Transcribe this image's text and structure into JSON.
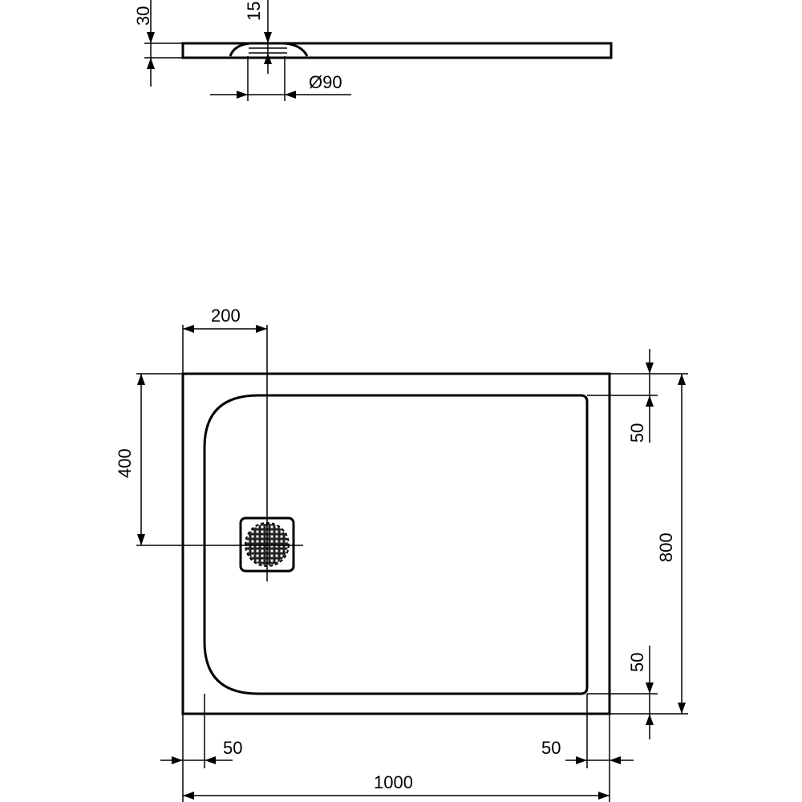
{
  "drawing": {
    "side_view": {
      "dim_thickness": "30",
      "dim_drain_depth": "15",
      "dim_drain_diameter": "Ø90"
    },
    "plan_view": {
      "dim_drain_x": "200",
      "dim_drain_y": "400",
      "dim_depth": "800",
      "dim_top_rim": "50",
      "dim_bottom_rim": "50",
      "dim_left_rim": "50",
      "dim_right_rim": "50",
      "dim_width": "1000"
    }
  }
}
